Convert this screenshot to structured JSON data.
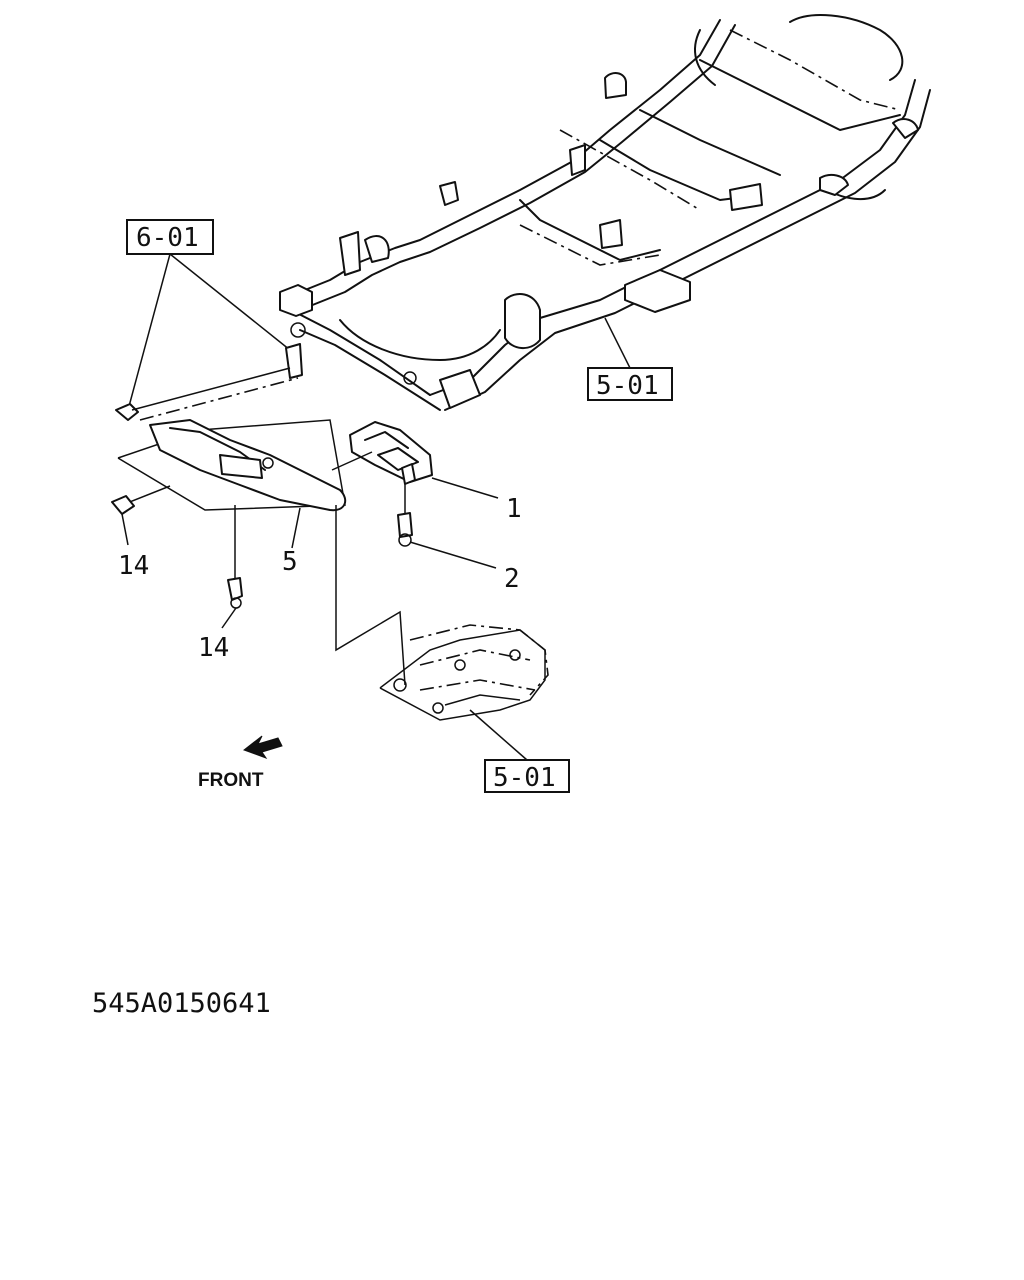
{
  "callouts": {
    "ref_6_01": "6-01",
    "ref_5_01_frame": "5-01",
    "ref_5_01_plate": "5-01",
    "part_1": "1",
    "part_2": "2",
    "part_5": "5",
    "part_14_left": "14",
    "part_14_bottom": "14"
  },
  "direction_label": "FRONT",
  "drawing_code": "545A0150641"
}
